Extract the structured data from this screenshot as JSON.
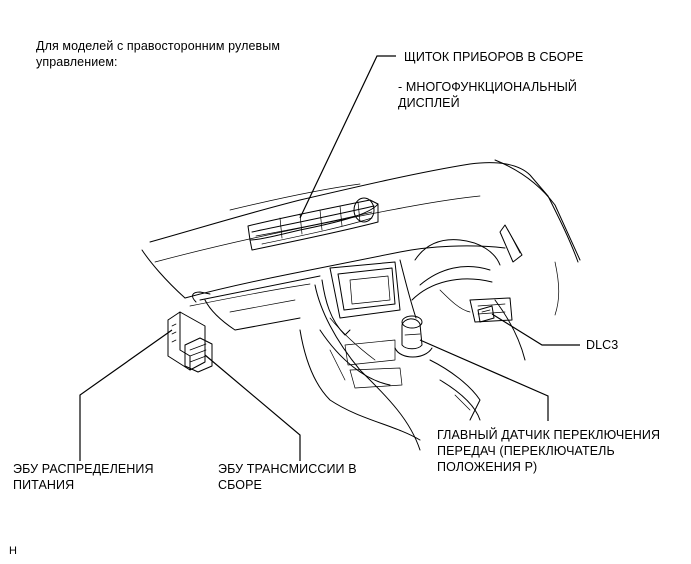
{
  "note": "Для моделей с правосторонним рулевым\nуправлением:",
  "labels": {
    "combination_meter": "ЩИТОК ПРИБОРОВ В СБОРЕ",
    "multi_display": "- МНОГОФУНКЦИОНАЛЬНЫЙ\nДИСПЛЕЙ",
    "dlc3": "DLC3",
    "shift_sensor": "ГЛАВНЫЙ ДАТЧИК ПЕРЕКЛЮЧЕНИЯ\nПЕРЕДАЧ (ПЕРЕКЛЮЧАТЕЛЬ\nПОЛОЖЕНИЯ P)",
    "power_ecu": "ЭБУ РАСПРЕДЕЛЕНИЯ\nПИТАНИЯ",
    "transmission_ecu": "ЭБУ ТРАНСМИССИИ В\nСБОРЕ"
  },
  "figure_code": "H"
}
